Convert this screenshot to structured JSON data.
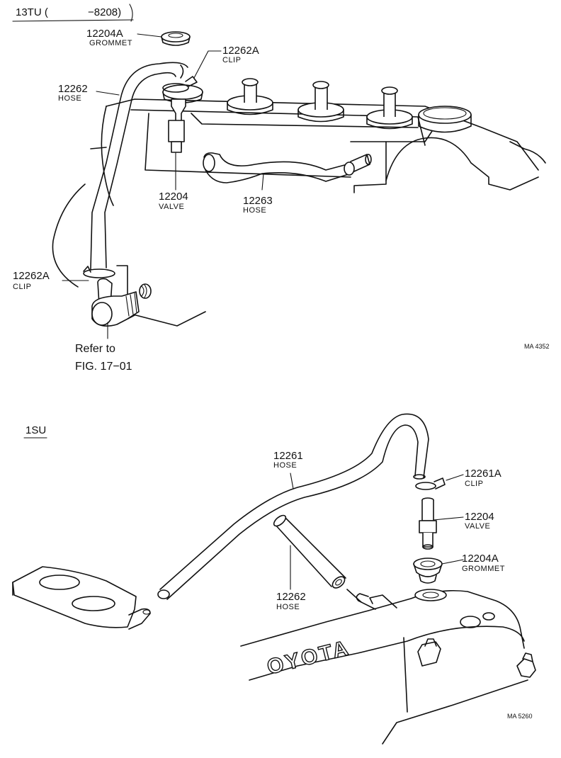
{
  "top_section": {
    "title": "13TU (",
    "title_range": "−8208)",
    "figure_code": "MA 4352",
    "refer_line1": "Refer to",
    "refer_line2": "FIG. 17−01",
    "callouts": [
      {
        "part": "12204A",
        "name": "GROMMET"
      },
      {
        "part": "12262A",
        "name": "CLIP"
      },
      {
        "part": "12262",
        "name": "HOSE"
      },
      {
        "part": "12204",
        "name": "VALVE"
      },
      {
        "part": "12263",
        "name": "HOSE"
      },
      {
        "part": "12262A",
        "name": "CLIP"
      }
    ]
  },
  "bottom_section": {
    "title": "1SU",
    "figure_code": "MA 5260",
    "cover_text": "OYOTA",
    "callouts": [
      {
        "part": "12261",
        "name": "HOSE"
      },
      {
        "part": "12261A",
        "name": "CLIP"
      },
      {
        "part": "12204",
        "name": "VALVE"
      },
      {
        "part": "12204A",
        "name": "GROMMET"
      },
      {
        "part": "12262",
        "name": "HOSE"
      }
    ]
  }
}
